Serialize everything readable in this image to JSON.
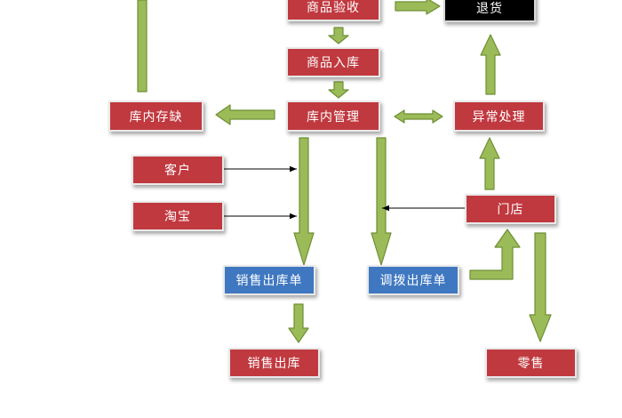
{
  "nodes": {
    "goods_inspection": "商品验收",
    "return_goods": "退货",
    "goods_storage": "商品入库",
    "stock_shortage": "库内存缺",
    "warehouse_management": "库内管理",
    "exception_handling": "异常处理",
    "customer": "客户",
    "taobao": "淘宝",
    "store": "门店",
    "sales_outbound_order": "销售出库单",
    "transfer_outbound_order": "调拨出库单",
    "sales_outbound": "销售出库",
    "retail": "零售"
  },
  "colors": {
    "node_red": "#c0393f",
    "node_blue": "#3f78c0",
    "node_black": "#000000",
    "arrow_fill": "#9bbb59",
    "arrow_stroke": "#6e8f34",
    "connector": "#000000"
  }
}
